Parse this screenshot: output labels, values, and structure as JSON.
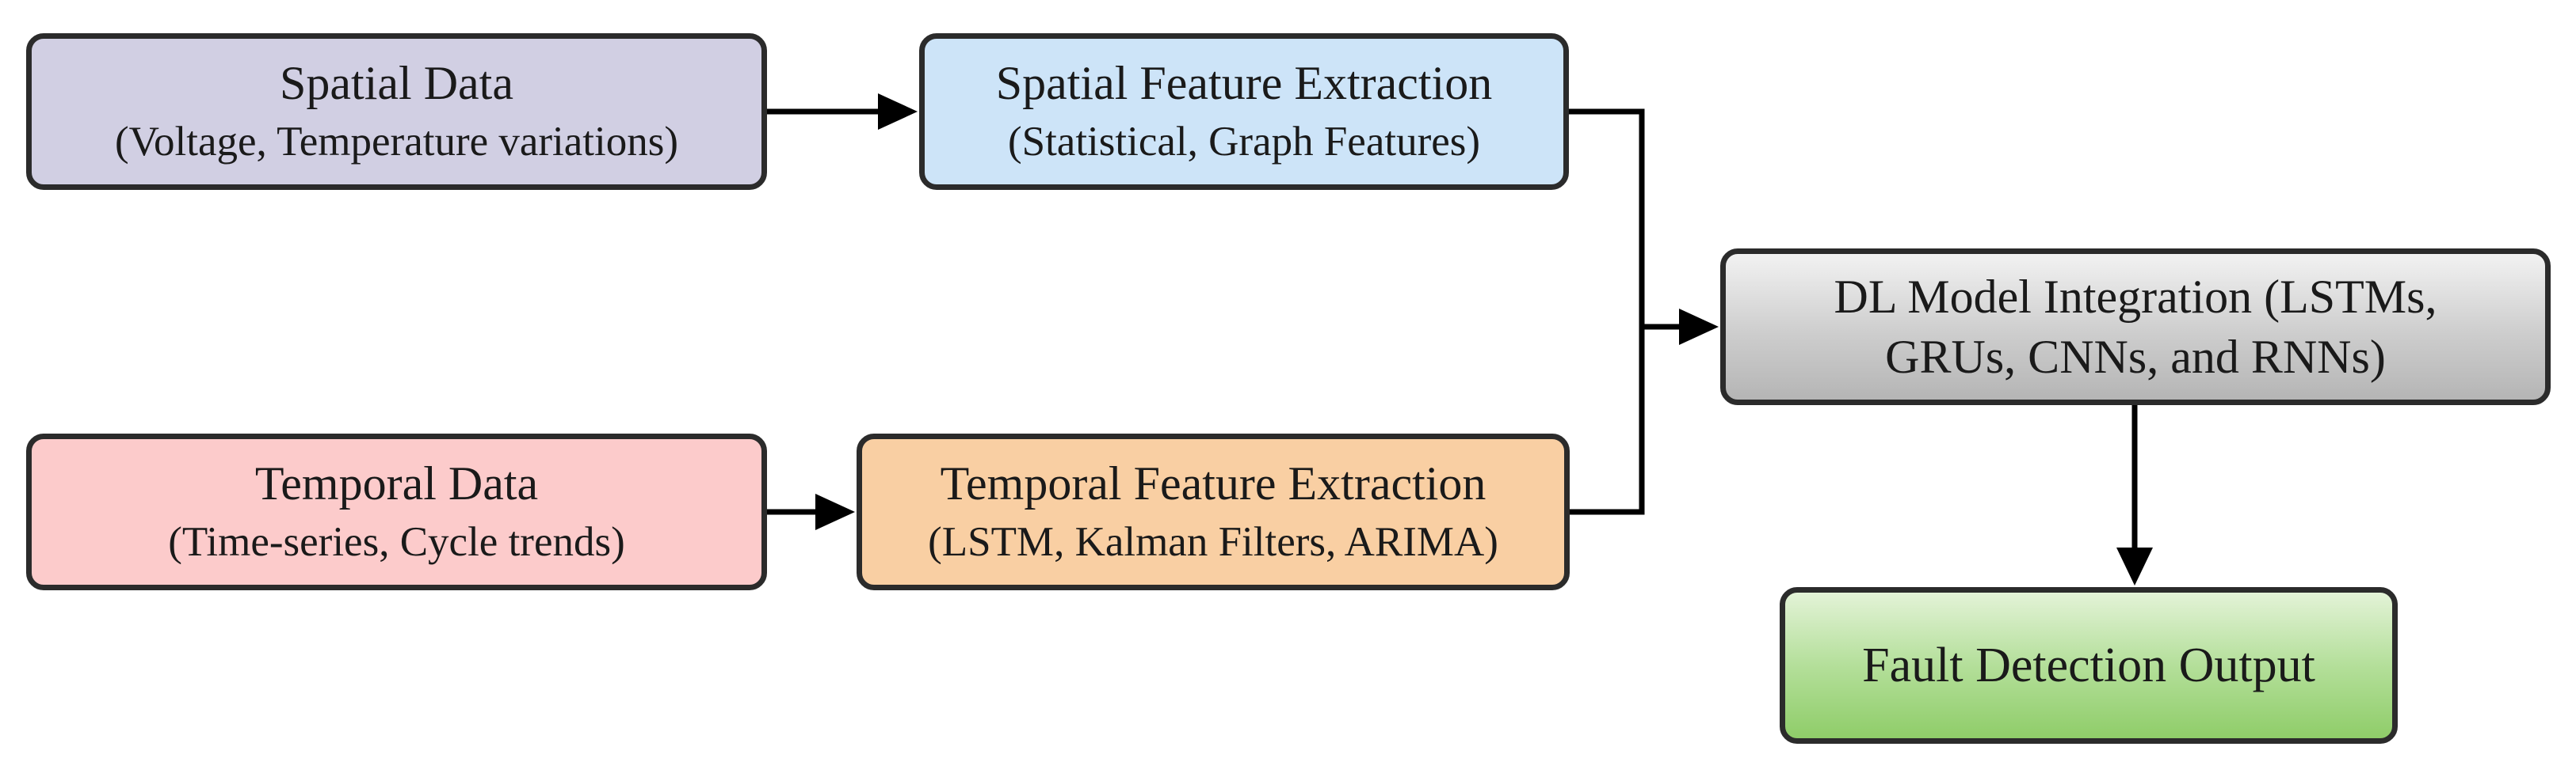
{
  "nodes": {
    "spatial_data": {
      "title": "Spatial Data",
      "subtitle": "(Voltage, Temperature variations)"
    },
    "spatial_feature_extraction": {
      "title": "Spatial Feature Extraction",
      "subtitle": "(Statistical, Graph Features)"
    },
    "temporal_data": {
      "title": "Temporal Data",
      "subtitle": "(Time-series, Cycle trends)"
    },
    "temporal_feature_extraction": {
      "title": "Temporal Feature Extraction",
      "subtitle": "(LSTM, Kalman Filters, ARIMA)"
    },
    "dl_model_integration": {
      "line1": "DL Model Integration (LSTMs,",
      "line2": "GRUs, CNNs, and RNNs)"
    },
    "fault_detection_output": {
      "title": "Fault Detection Output"
    }
  },
  "edges": [
    {
      "from": "spatial_data",
      "to": "spatial_feature_extraction"
    },
    {
      "from": "temporal_data",
      "to": "temporal_feature_extraction"
    },
    {
      "from": "spatial_feature_extraction",
      "to": "dl_model_integration"
    },
    {
      "from": "temporal_feature_extraction",
      "to": "dl_model_integration"
    },
    {
      "from": "dl_model_integration",
      "to": "fault_detection_output"
    }
  ],
  "colors": {
    "spatial_data": "#d1cfe3",
    "spatial_feature_extraction": "#cde4f8",
    "temporal_data": "#fccbcb",
    "temporal_feature_extraction": "#f9cfa3",
    "dl_model_integration": "#cdcdcd",
    "fault_detection_output": "#a6d883",
    "border": "#2b2b2b",
    "connector": "#000000"
  }
}
